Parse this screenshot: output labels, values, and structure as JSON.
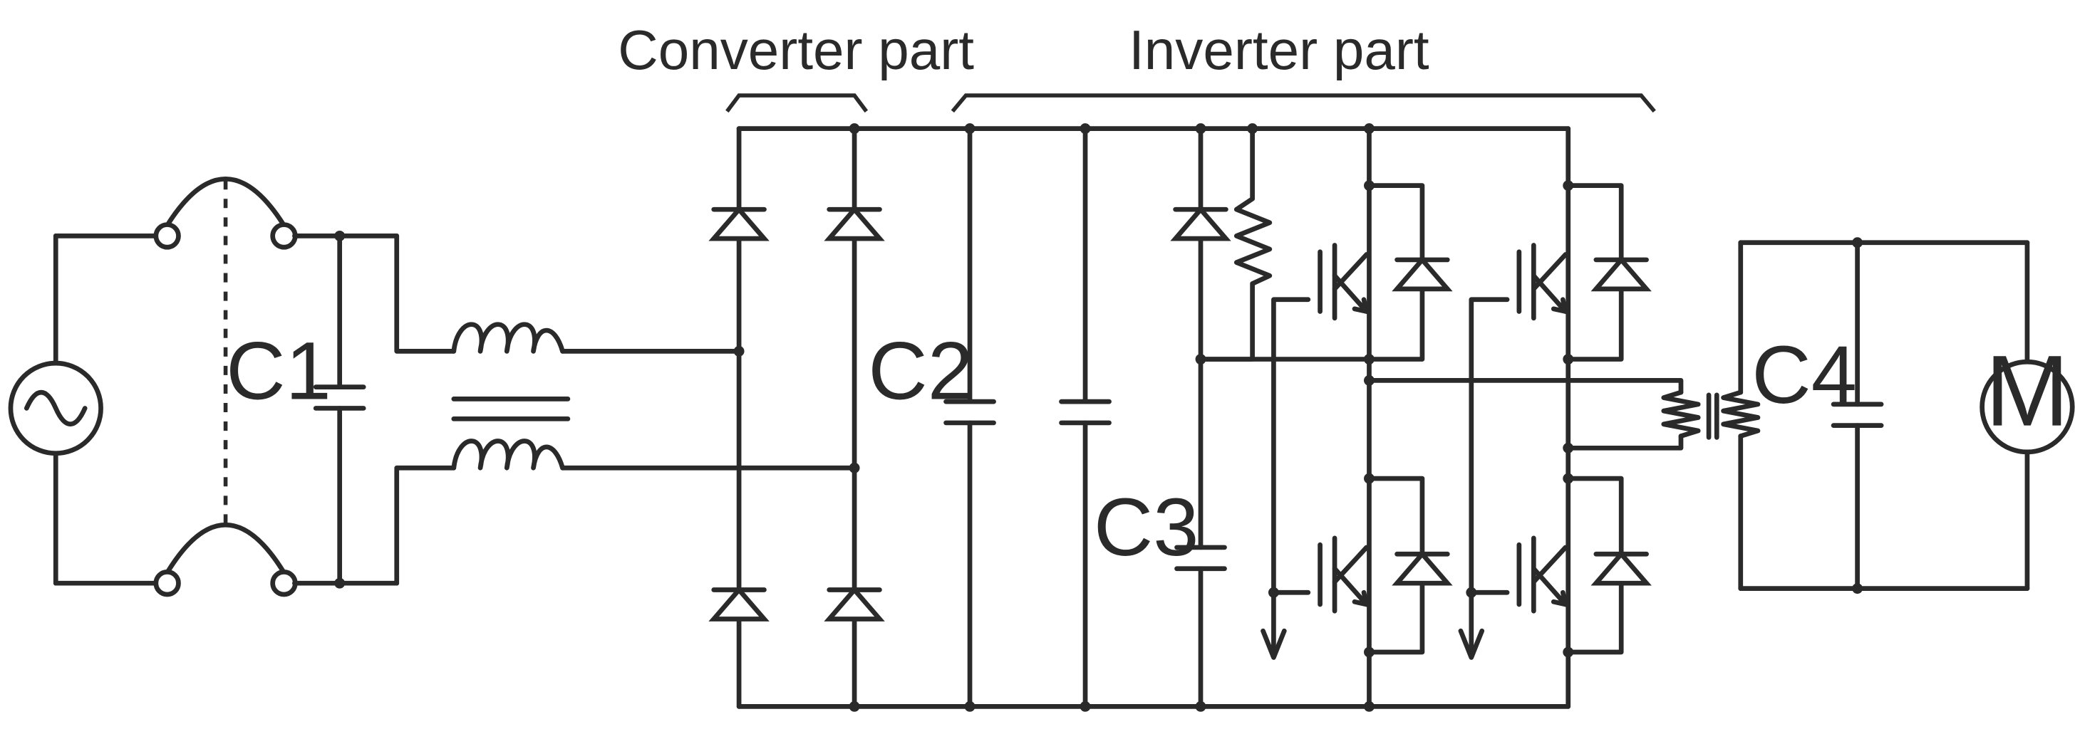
{
  "labels": {
    "converter": "Converter part",
    "inverter": "Inverter part",
    "c1": "C1",
    "c2": "C2",
    "c3": "C3",
    "c4": "C4",
    "motor": "M"
  },
  "icons": {
    "ac_source": "ac-source-icon",
    "motor": "motor-icon"
  }
}
